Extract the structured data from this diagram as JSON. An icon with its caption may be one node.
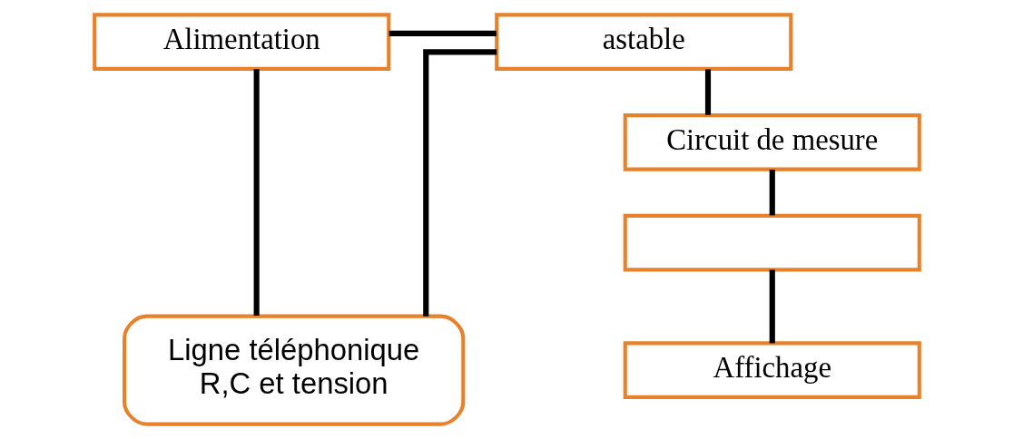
{
  "diagram": {
    "nodes": [
      {
        "text": [
          "Alimentation"
        ]
      },
      {
        "text": [
          "astable"
        ]
      },
      {
        "text": [
          "Circuit de mesure"
        ]
      },
      {
        "text": [],
        "shape": "box"
      },
      {
        "text": [
          "Affichage"
        ]
      },
      {
        "text": [
          "Ligne téléphonique",
          "R,C et tension"
        ]
      }
    ],
    "edges": [
      {
        "from": 0,
        "to": 1,
        "arrow": "none"
      },
      {
        "from": 0,
        "to": 5,
        "arrow": "none"
      },
      {
        "from": 1,
        "to": 2,
        "arrow": "none"
      },
      {
        "from": 2,
        "to": 3,
        "arrow": "none"
      },
      {
        "from": 3,
        "to": 4,
        "arrow": "none"
      },
      {
        "from": 1,
        "to": 5,
        "arrow": "none"
      }
    ]
  }
}
